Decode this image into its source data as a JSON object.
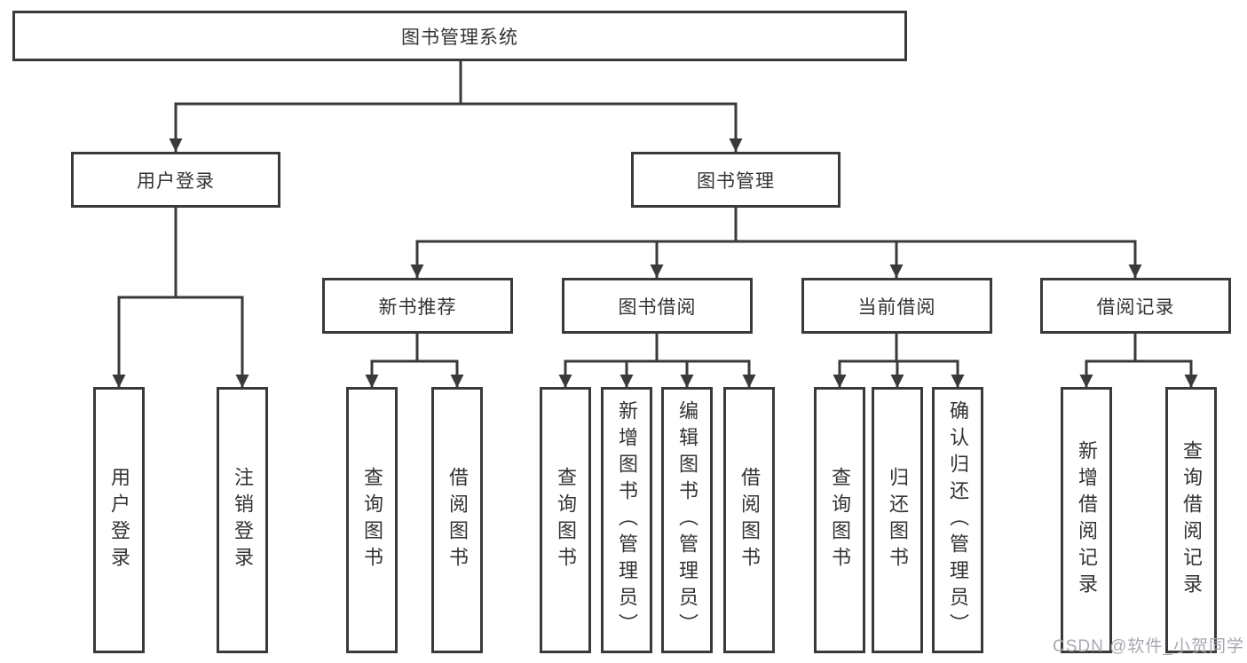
{
  "nodes": {
    "root": "图书管理系统",
    "user_login": "用户登录",
    "book_management": "图书管理",
    "new_book_recommend": "新书推荐",
    "book_borrow": "图书借阅",
    "current_borrow": "当前借阅",
    "borrow_records": "借阅记录"
  },
  "leaves": {
    "user_login_children": [
      "用户登录",
      "注销登录"
    ],
    "new_book_children": [
      "查询图书",
      "借阅图书"
    ],
    "book_borrow_children": [
      "查询图书",
      "新增图书（管理员）",
      "编辑图书（管理员）",
      "借阅图书"
    ],
    "current_borrow_children": [
      "查询图书",
      "归还图书",
      "确认归还（管理员）"
    ],
    "borrow_record_children": [
      "新增借阅记录",
      "查询借阅记录"
    ]
  },
  "watermark": "CSDN @软件_小贺同学",
  "colors": {
    "line": "#3a3a3a",
    "text": "#333333",
    "watermark": "#a8a8b2",
    "background": "#ffffff"
  }
}
